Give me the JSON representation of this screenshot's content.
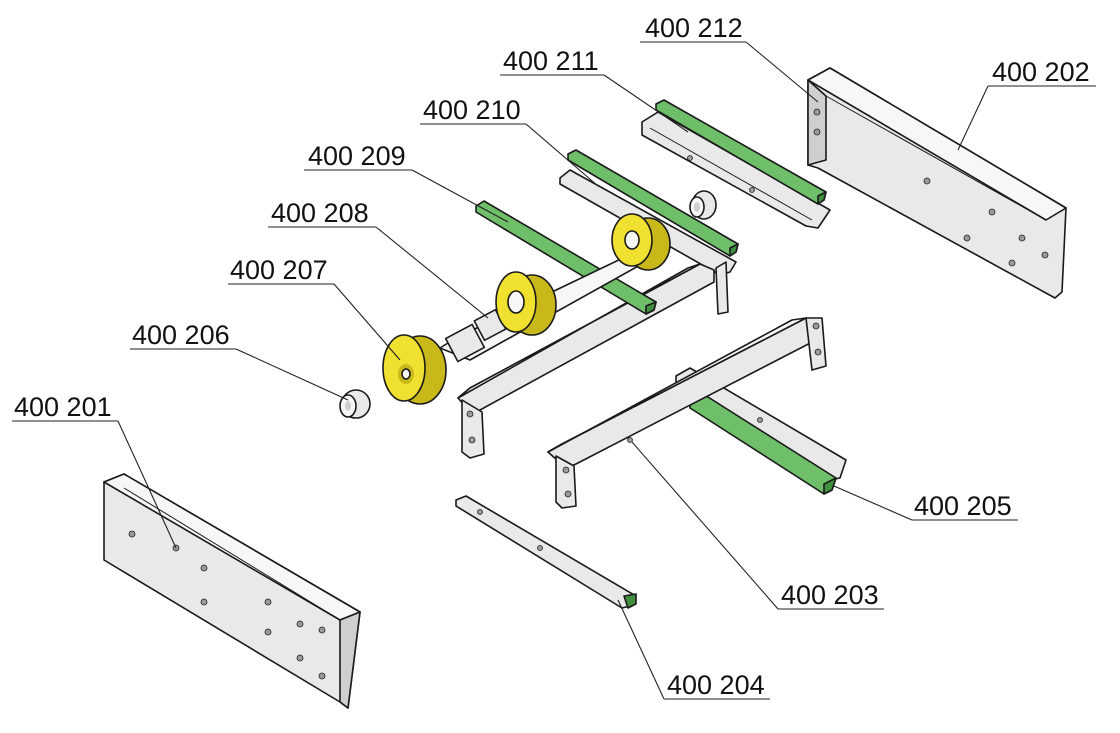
{
  "diagram": {
    "type": "exploded-assembly",
    "parts": [
      {
        "id": "p201",
        "label": "400 201"
      },
      {
        "id": "p202",
        "label": "400 202"
      },
      {
        "id": "p203",
        "label": "400 203"
      },
      {
        "id": "p204",
        "label": "400 204"
      },
      {
        "id": "p205",
        "label": "400 205"
      },
      {
        "id": "p206",
        "label": "400 206"
      },
      {
        "id": "p207",
        "label": "400 207"
      },
      {
        "id": "p208",
        "label": "400 208"
      },
      {
        "id": "p209",
        "label": "400 209"
      },
      {
        "id": "p210",
        "label": "400 210"
      },
      {
        "id": "p211",
        "label": "400 211"
      },
      {
        "id": "p212",
        "label": "400 212"
      }
    ],
    "colors": {
      "metal": "#e9e9e9",
      "guide_green": "#3f8f3f",
      "roller_yellow": "#f0e030",
      "line": "#1a1a1a"
    }
  }
}
